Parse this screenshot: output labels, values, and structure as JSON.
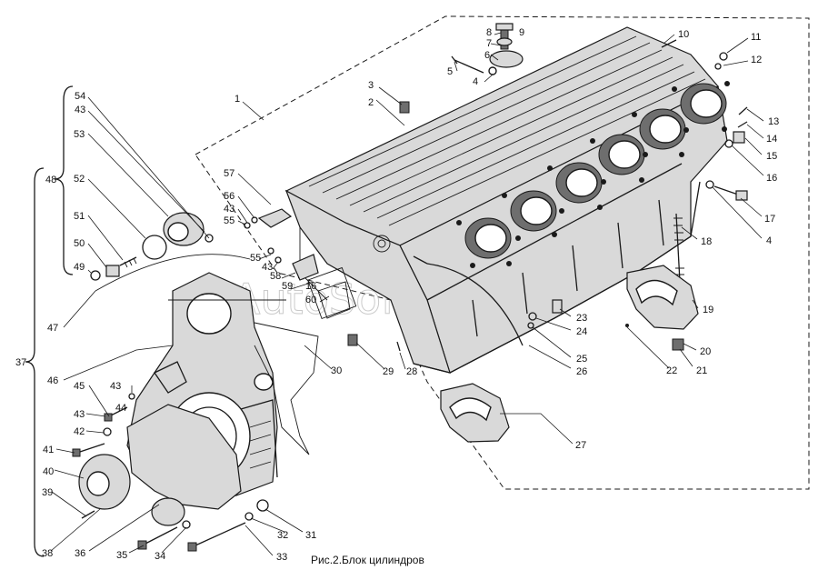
{
  "caption": "Рис.2.Блок цилиндров",
  "watermark": "AutoSoft",
  "part_numbers": [
    "1",
    "2",
    "3",
    "4",
    "4",
    "5",
    "6",
    "7",
    "8",
    "9",
    "10",
    "11",
    "12",
    "13",
    "14",
    "15",
    "16",
    "16",
    "17",
    "18",
    "19",
    "20",
    "21",
    "22",
    "23",
    "24",
    "25",
    "26",
    "27",
    "28",
    "29",
    "30",
    "31",
    "32",
    "33",
    "34",
    "35",
    "36",
    "37",
    "38",
    "39",
    "40",
    "41",
    "42",
    "43",
    "43",
    "43",
    "43",
    "43",
    "44",
    "45",
    "46",
    "47",
    "48",
    "49",
    "50",
    "51",
    "52",
    "53",
    "54",
    "55",
    "55",
    "56",
    "57",
    "58",
    "59",
    "60"
  ]
}
